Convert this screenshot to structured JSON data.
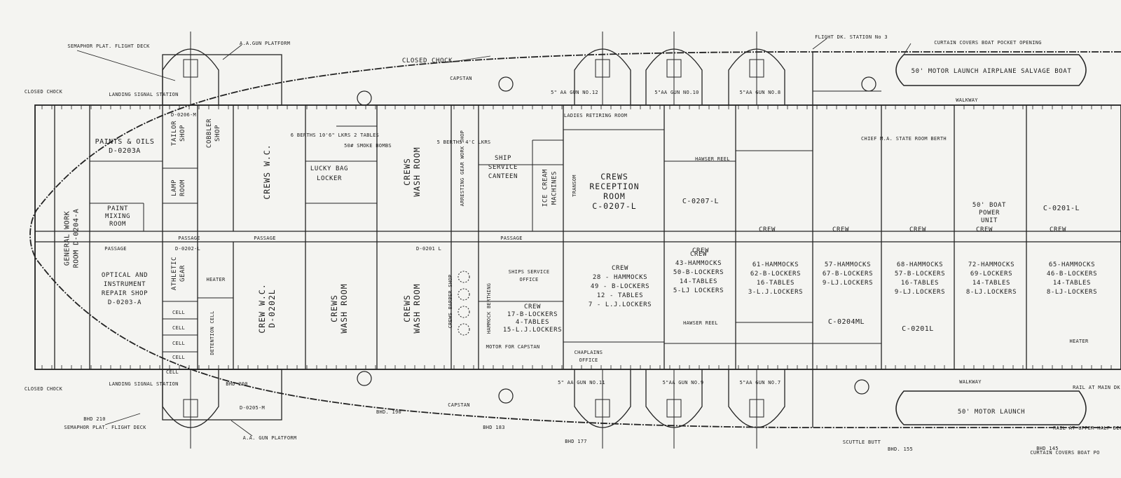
{
  "rooms": [
    {
      "id": "general-work",
      "lines": [
        "GENERAL WORK",
        "ROOM D-0204-A"
      ],
      "rotate": true
    },
    {
      "id": "paints",
      "lines": [
        "PAINTS & OILS",
        "D-0203A"
      ]
    },
    {
      "id": "paint-mixing",
      "lines": [
        "PAINT",
        "MIXING",
        "ROOM"
      ]
    },
    {
      "id": "optical",
      "lines": [
        "OPTICAL AND",
        "INSTRUMENT",
        "REPAIR SHOP",
        "D-0203-A"
      ]
    },
    {
      "id": "tailor",
      "lines": [
        "TAILOR",
        "SHOP"
      ],
      "rotate": true
    },
    {
      "id": "cobbler",
      "lines": [
        "COBBLER",
        "SHOP"
      ],
      "rotate": true
    },
    {
      "id": "lamp",
      "lines": [
        "LAMP",
        "ROOM"
      ],
      "rotate": true
    },
    {
      "id": "athletic",
      "lines": [
        "ATHLETIC",
        "GEAR"
      ],
      "rotate": true
    },
    {
      "id": "crews-wc-top",
      "lines": [
        "CREWS W.C."
      ],
      "rotate": true
    },
    {
      "id": "crew-wc-bottom",
      "lines": [
        "CREW W.C.",
        "D-0202L"
      ],
      "rotate": true
    },
    {
      "id": "lucky-bag",
      "lines": [
        "LUCKY BAG",
        "LOCKER"
      ]
    },
    {
      "id": "crews-wash-1",
      "lines": [
        "CREWS",
        "WASH ROOM"
      ],
      "rotate": true
    },
    {
      "id": "crews-wash-2",
      "lines": [
        "CREWS",
        "WASH ROOM"
      ],
      "rotate": true
    },
    {
      "id": "crews-wash-3",
      "lines": [
        "CREWS",
        "WASH ROOM"
      ],
      "rotate": true
    },
    {
      "id": "arresting-gear",
      "lines": [
        "ARRESTING GEAR WORK SHOP"
      ],
      "rotate": true
    },
    {
      "id": "barber",
      "lines": [
        "CREWS BARBER SHOP"
      ],
      "rotate": true
    },
    {
      "id": "hammock-berthing",
      "lines": [
        "HAMMOCK BERTHING"
      ],
      "rotate": true
    },
    {
      "id": "canteen",
      "lines": [
        "SHIP",
        "SERVICE",
        "CANTEEN"
      ]
    },
    {
      "id": "ice-cream",
      "lines": [
        "ICE CREAM",
        "MACHINES"
      ],
      "rotate": true
    },
    {
      "id": "transom",
      "lines": [
        "TRANSOM"
      ],
      "rotate": true
    },
    {
      "id": "reception",
      "lines": [
        "CREWS",
        "RECEPTION",
        "ROOM",
        "C-0207-L"
      ]
    },
    {
      "id": "service-office",
      "lines": [
        "SHIPS SERVICE",
        "OFFICE"
      ]
    },
    {
      "id": "crew-175",
      "lines": [
        "CREW",
        "17-B-LOCKERS",
        "4-TABLES",
        "15-L.J.LOCKERS"
      ]
    },
    {
      "id": "crew-28",
      "lines": [
        "CREW",
        "28 - HAMMOCKS",
        "49 - B-LOCKERS",
        "12 - TABLES",
        "7 - L.J.LOCKERS"
      ]
    },
    {
      "id": "c0207l",
      "lines": [
        "C-0207-L"
      ]
    },
    {
      "id": "crew-43",
      "lines": [
        "CREW",
        "43-HAMMOCKS",
        "50-B-LOCKERS",
        "14-TABLES",
        "5-LJ LOCKERS"
      ]
    },
    {
      "id": "crew-61",
      "lines": [
        "61-HAMMOCKS",
        "62-B-LOCKERS",
        "16-TABLES",
        "3-L.J.LOCKERS"
      ]
    },
    {
      "id": "crew-57",
      "lines": [
        "57-HAMMOCKS",
        "67-B-LOCKERS",
        "9-LJ.LOCKERS"
      ]
    },
    {
      "id": "crew-68",
      "lines": [
        "68-HAMMOCKS",
        "57-B-LOCKERS",
        "16-TABLES",
        "9-LJ.LOCKERS"
      ]
    },
    {
      "id": "crew-72",
      "lines": [
        "72-HAMMOCKS",
        "69-LOCKERS",
        "14-TABLES",
        "8-LJ.LOCKERS"
      ]
    },
    {
      "id": "crew-65",
      "lines": [
        "65-HAMMOCKS",
        "46-B-LOCKERS",
        "14-TABLES",
        "8-LJ-LOCKERS"
      ]
    },
    {
      "id": "c0204ml",
      "lines": [
        "C-0204ML"
      ]
    },
    {
      "id": "c0201l-low",
      "lines": [
        "C-0201L"
      ]
    },
    {
      "id": "c0201l-high",
      "lines": [
        "C-0201-L"
      ]
    },
    {
      "id": "boat-power",
      "lines": [
        "50' BOAT",
        "POWER",
        "UNIT"
      ]
    },
    {
      "id": "chaplain",
      "lines": [
        "CHAPLAINS",
        "OFFICE"
      ]
    }
  ],
  "small_labels": [
    {
      "id": "passage-1",
      "text": "PASSAGE"
    },
    {
      "id": "passage-2",
      "text": "PASSAGE"
    },
    {
      "id": "passage-3",
      "text": "PASSAGE"
    },
    {
      "id": "passage-4",
      "text": "PASSAGE"
    },
    {
      "id": "d0202l",
      "text": "D-0202-L"
    },
    {
      "id": "d0201l",
      "text": "D-0201 L"
    },
    {
      "id": "d0206m",
      "text": "D-0206-M"
    },
    {
      "id": "d0205m",
      "text": "D-0205-M"
    },
    {
      "id": "crew-1",
      "text": "CREW"
    },
    {
      "id": "crew-2",
      "text": "CREW"
    },
    {
      "id": "crew-3",
      "text": "CREW"
    },
    {
      "id": "crew-4",
      "text": "CREW"
    },
    {
      "id": "crew-5",
      "text": "CREW"
    },
    {
      "id": "crew-6",
      "text": "CREW"
    },
    {
      "id": "cell-1",
      "text": "CELL"
    },
    {
      "id": "cell-2",
      "text": "CELL"
    },
    {
      "id": "cell-3",
      "text": "CELL"
    },
    {
      "id": "cell-4",
      "text": "CELL"
    },
    {
      "id": "cell-5",
      "text": "CELL"
    },
    {
      "id": "detention",
      "text": "DETENTION CELL"
    },
    {
      "id": "heater-1",
      "text": "HEATER"
    },
    {
      "id": "heater-2",
      "text": "HEATER"
    },
    {
      "id": "motor-capstan",
      "text": "MOTOR FOR CAPSTAN"
    },
    {
      "id": "hawser-1",
      "text": "HAWSER REEL"
    },
    {
      "id": "hawser-2",
      "text": "HAWSER REEL"
    },
    {
      "id": "gun-12",
      "text": "5\" AA GUN NO.12"
    },
    {
      "id": "gun-10",
      "text": "5\"AA GUN NO.10"
    },
    {
      "id": "gun-8",
      "text": "5\"AA GUN NO.8"
    },
    {
      "id": "gun-11",
      "text": "5\" AA GUN NO.11"
    },
    {
      "id": "gun-9",
      "text": "5\"AA GUN NO.9"
    },
    {
      "id": "gun-7",
      "text": "5\"AA GUN NO.7"
    },
    {
      "id": "ladies",
      "text": "LADIES RETIRING ROOM"
    },
    {
      "id": "six-berths",
      "text": "6 BERTHS 10'6\" LKRS 2 TABLES"
    },
    {
      "id": "smoke-bombs",
      "text": "50# SMOKE BOMBS"
    },
    {
      "id": "lockers-4",
      "text": "5 BERTHS 4'C LKRS"
    },
    {
      "id": "chief-ma",
      "text": "CHIEF M.A. STATE ROOM BERTH"
    }
  ],
  "callouts": [
    {
      "id": "semaphor-top",
      "text": "SEMAPHOR PLAT. FLIGHT DECK"
    },
    {
      "id": "semaphor-bottom",
      "text": "SEMAPHOR PLAT. FLIGHT DECK"
    },
    {
      "id": "aa-top",
      "text": "A.A.GUN PLATFORM"
    },
    {
      "id": "aa-bottom",
      "text": "A.A. GUN PLATFORM"
    },
    {
      "id": "closed-chock-top",
      "text": "CLOSED CHOCK"
    },
    {
      "id": "closed-chock-l1",
      "text": "CLOSED CHOCK"
    },
    {
      "id": "closed-chock-l2",
      "text": "CLOSED CHOCK"
    },
    {
      "id": "capstan-top",
      "text": "CAPSTAN"
    },
    {
      "id": "capstan-bottom",
      "text": "CAPSTAN"
    },
    {
      "id": "landing-top",
      "text": "LANDING SIGNAL STATION"
    },
    {
      "id": "landing-bottom",
      "text": "LANDING SIGNAL STATION"
    },
    {
      "id": "flight-station",
      "text": "FLIGHT DK. STATION No 3"
    },
    {
      "id": "curtain-top",
      "text": "CURTAIN COVERS BOAT POCKET OPENING"
    },
    {
      "id": "curtain-bottom",
      "text": "CURTAIN COVERS BOAT PO"
    },
    {
      "id": "motor-launch-top",
      "text": "50' MOTOR LAUNCH AIRPLANE SALVAGE BOAT"
    },
    {
      "id": "motor-launch-bottom",
      "text": "50' MOTOR LAUNCH"
    },
    {
      "id": "walkway-top",
      "text": "WALKWAY"
    },
    {
      "id": "walkway-bottom",
      "text": "WALKWAY"
    },
    {
      "id": "scuttle",
      "text": "SCUTTLE BUTT"
    },
    {
      "id": "bhd-210",
      "text": "BHD 210"
    },
    {
      "id": "bhd-200",
      "text": "BHD 200"
    },
    {
      "id": "bhd-190",
      "text": "BHD. 190"
    },
    {
      "id": "bhd-183",
      "text": "BHD 183"
    },
    {
      "id": "bhd-177",
      "text": "BHD 177"
    },
    {
      "id": "bhd-155",
      "text": "BHD. 155"
    },
    {
      "id": "bhd-145",
      "text": "BHD 145"
    },
    {
      "id": "rail-main",
      "text": "RAIL AT MAIN DK"
    },
    {
      "id": "rail-upper",
      "text": "RAIL AT UPPER HALF DECK"
    }
  ]
}
